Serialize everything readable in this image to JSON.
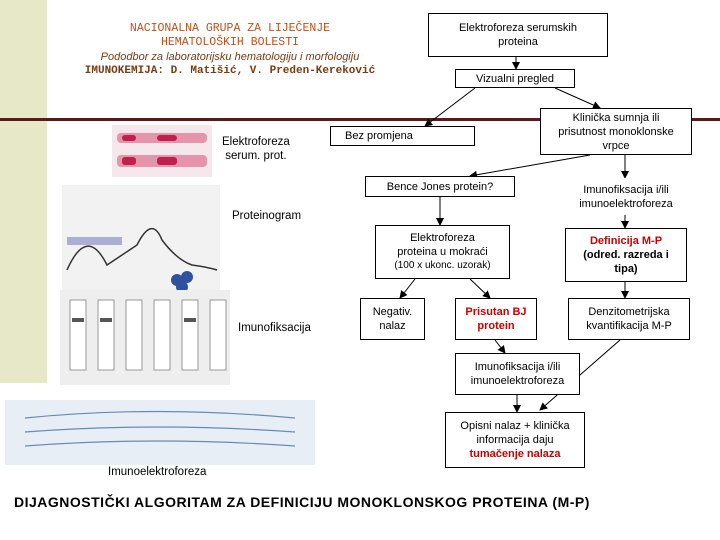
{
  "header": {
    "title_line1": "NACIONALNA GRUPA ZA LIJEČENJE",
    "title_line2": "HEMATOLOŠKIH BOLESTI",
    "subtitle": "Pododbor za laboratorijsku hematologiju i morfologiju",
    "authors": "IMUNOKEMIJA: D. Matišić, V. Preden-Kereković"
  },
  "nodes": {
    "elektroforeza": {
      "line1": "Elektroforeza serumskih",
      "line2": "proteina"
    },
    "vizualni": "Vizualni pregled",
    "bez_promjena": "Bez promjena",
    "klinicka": {
      "line1": "Klinička sumnja ili",
      "line2": "prisutnost monoklonske",
      "line3": "vrpce"
    },
    "bence": "Bence Jones protein?",
    "imunofiks1": {
      "line1": "Imunofiksacija i/ili",
      "line2": "imunoelektroforeza"
    },
    "elektro_mokr": {
      "line1": "Elektroforeza",
      "line2": "proteina u mokraći",
      "line3": "(100 x ukonc. uzorak)"
    },
    "definicija": {
      "line1": "Definicija M-P",
      "line2": "(odred. razreda i",
      "line3": "tipa)"
    },
    "negativ": {
      "line1": "Negativ.",
      "line2": "nalaz"
    },
    "prisutan": {
      "line1": "Prisutan BJ",
      "line2": "protein"
    },
    "denzitometrija": {
      "line1": "Denzitometrijska",
      "line2": "kvantifikacija M-P"
    },
    "imunofiks2": {
      "line1": "Imunofiksacija i/ili",
      "line2": "imunoelektroforeza"
    },
    "opisni": {
      "line1": "Opisni nalaz + klinička",
      "line2": "informacija daju",
      "line3": "tumačenje nalaza"
    }
  },
  "labels": {
    "elektroforeza_serum": {
      "line1": "Elektroforeza",
      "line2": "serum. prot."
    },
    "proteinogram": "Proteinogram",
    "imunofiksacija": "Imunofiksacija",
    "imunoelektroforeza": "Imunoelektroforeza"
  },
  "footer": "DIJAGNOSTIČKI ALGORITAM ZA DEFINICIJU MONOKLONSKOG PROTEINA (M-P)",
  "colors": {
    "accent": "#cc0000",
    "sidebar": "#e6e8c8",
    "rule": "#5a1a1a",
    "header": "#c0501a"
  }
}
